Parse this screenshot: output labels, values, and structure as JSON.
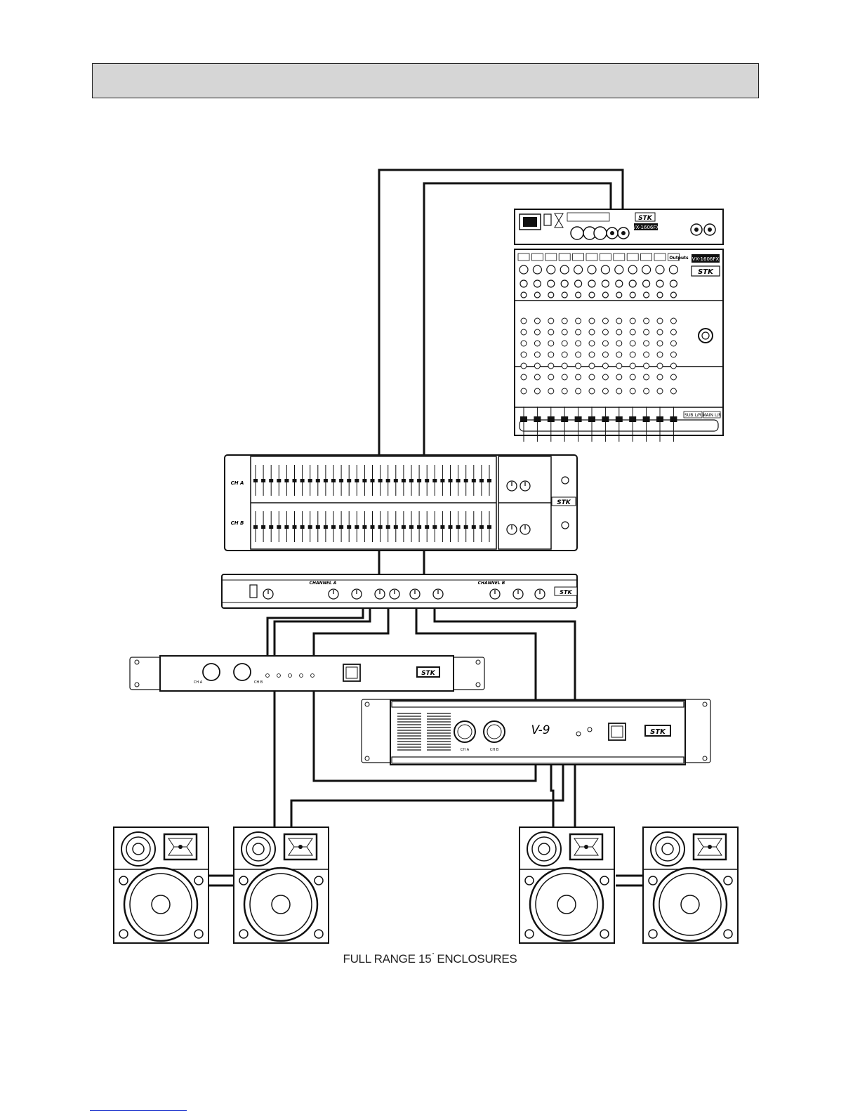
{
  "header": {
    "title": ""
  },
  "devices": {
    "mixer": {
      "brand": "STK",
      "model": "VX-1606FX",
      "outputs_label": "Outputs",
      "sub_label": "SUB L/R",
      "main_label": "MAIN L/R"
    },
    "equalizer": {
      "brand": "STK",
      "ch_a": "CH A",
      "ch_b": "CH B"
    },
    "crossover": {
      "brand": "STK",
      "channel_a": "CHANNEL A",
      "channel_b": "CHANNEL B"
    },
    "amplifier_small": {
      "brand": "STK",
      "ch_a": "CH A",
      "ch_b": "CH B"
    },
    "amplifier_large": {
      "brand": "STK",
      "model": "V-9",
      "ch_a": "CH A",
      "ch_b": "CH B"
    }
  },
  "caption": {
    "text": "FULL RANGE 15",
    "unit": "\"",
    "text_end": " ENCLOSURES"
  },
  "colors": {
    "line": "#111111",
    "header_bg": "#d6d6d6",
    "link": "#2a3fd0"
  }
}
